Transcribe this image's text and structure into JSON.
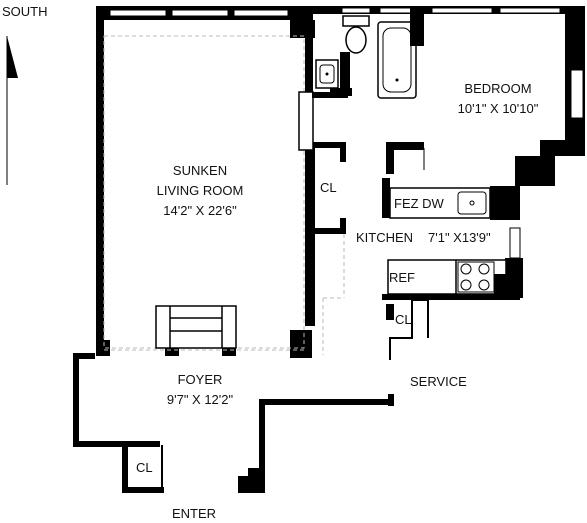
{
  "compass": {
    "label": "SOUTH"
  },
  "rooms": {
    "living": {
      "name_line1": "SUNKEN",
      "name_line2": "LIVING ROOM",
      "size": "14'2\" X 22'6\""
    },
    "bedroom": {
      "name": "BEDROOM",
      "size": "10'1\" X 10'10\""
    },
    "kitchen": {
      "name": "KITCHEN",
      "size": "7'1\" X13'9\""
    },
    "foyer": {
      "name": "FOYER",
      "size": "9'7\" X 12'2\""
    }
  },
  "closets": {
    "living": "CL",
    "service": "CL",
    "foyer": "CL"
  },
  "fixtures": {
    "fez_dw": "FEZ DW",
    "ref": "REF"
  },
  "labels": {
    "service": "SERVICE",
    "enter": "ENTER"
  }
}
